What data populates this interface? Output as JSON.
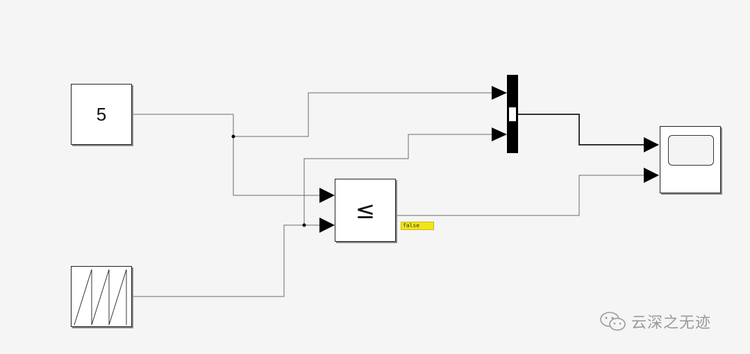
{
  "diagram": {
    "constant_block": {
      "value": "5"
    },
    "sawtooth_block": {
      "icon": "sawtooth-wave-icon"
    },
    "compare_block": {
      "operator": "≤"
    },
    "mux_block": {
      "icon": "mux-bar"
    },
    "scope_block": {
      "icon": "scope-screen-icon"
    },
    "display_block": {
      "value": "false",
      "color": "#f2e41a"
    },
    "line_color": "#6b6b6b",
    "background": "#f5f5f5"
  },
  "watermark": {
    "text": "云深之无迹",
    "icon": "wechat-icon"
  }
}
